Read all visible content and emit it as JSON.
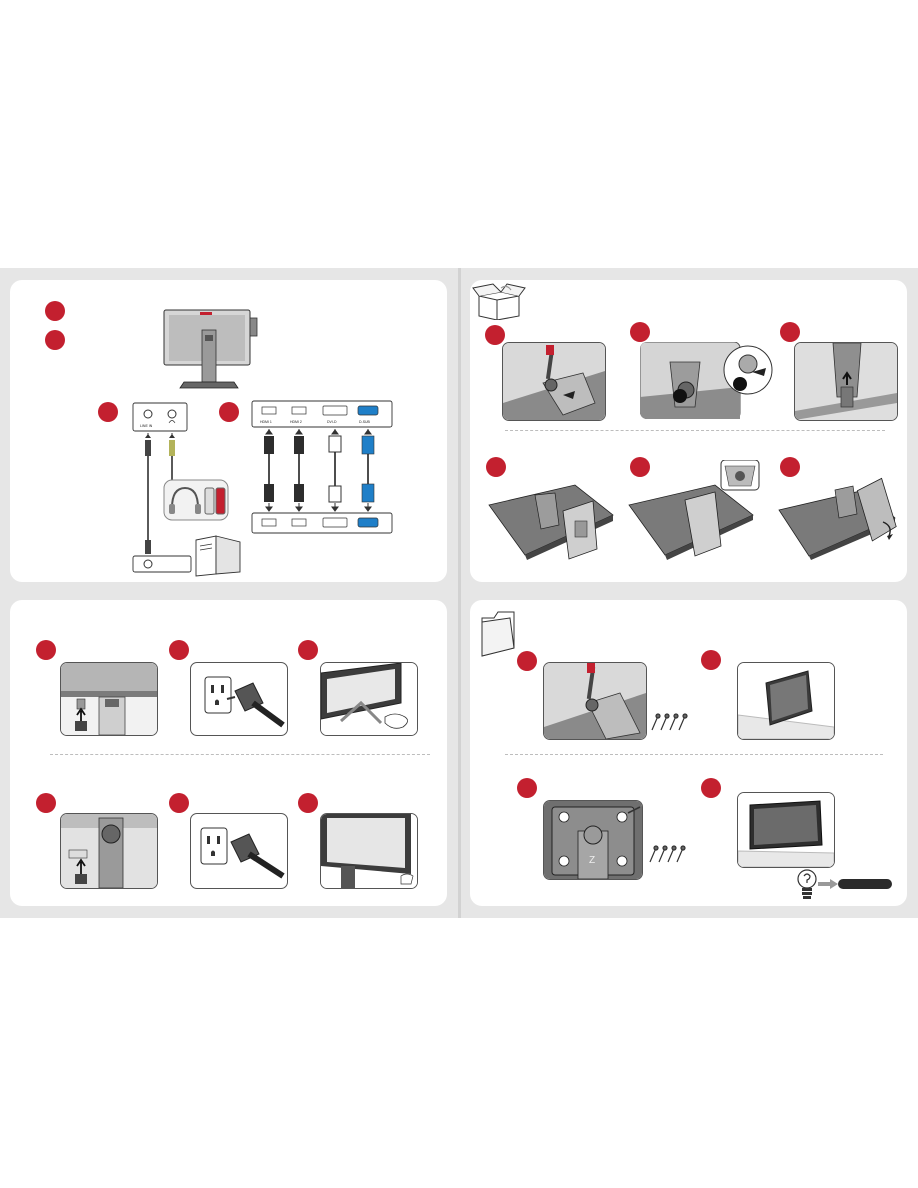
{
  "page": {
    "colors": {
      "accent": "#c3202f",
      "band": "#e6e6e6",
      "panel": "#ffffff",
      "vga_blue": "#1f7fc8",
      "cable_dark": "#2d2d2d"
    }
  },
  "connections": {
    "audio_ports": [
      "LINE IN",
      "headphone-icon"
    ],
    "video_ports": [
      "HDMI 1",
      "HDMI 2",
      "DVI-D",
      "D-SUB"
    ]
  },
  "icons": [
    "box-icon",
    "folder-icon",
    "lightbulb-icon",
    "arrow-right-icon",
    "screwdriver-icon",
    "power-plug-icon",
    "headphones-icon",
    "speakers-icon",
    "computer-icon",
    "screw-icon"
  ]
}
